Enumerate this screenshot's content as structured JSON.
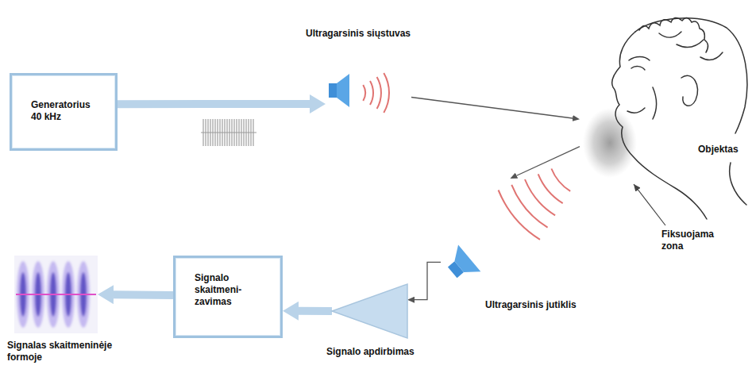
{
  "diagram": {
    "nodes": [
      {
        "text": [
          "Generatorius 40 kHz"
        ]
      },
      {
        "text": [
          "Ultragarsinis siųstuvas"
        ]
      },
      {
        "text": [
          "Objektas"
        ]
      },
      {
        "text": [
          "Ultragarsinis jutiklis"
        ]
      },
      {
        "text": [
          "Signalo apdirbimas"
        ]
      },
      {
        "text": [
          "Signalo skaitmeni- zavimas"
        ]
      },
      {
        "text": [
          "Signalas skaitmeninėje formoje"
        ]
      }
    ],
    "edges": [
      {
        "from": 0,
        "to": 1,
        "arrow": "to"
      },
      {
        "from": 1,
        "to": 2,
        "arrow": "to"
      },
      {
        "from": 2,
        "to": 3,
        "arrow": "to"
      },
      {
        "from": 3,
        "to": 4,
        "arrow": "to"
      },
      {
        "from": 4,
        "to": 5,
        "arrow": "to"
      },
      {
        "from": 5,
        "to": 6,
        "arrow": "to"
      }
    ],
    "labels": [
      "Fiksuojama zona"
    ]
  }
}
